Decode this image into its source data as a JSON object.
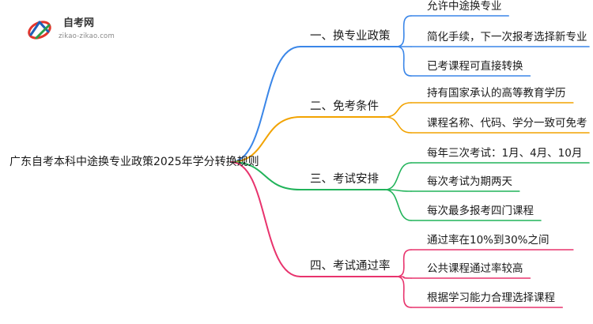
{
  "logo": {
    "name": "自考网",
    "url": "zikao-zikao.com"
  },
  "root": "广东自考本科中途换专业政策2025年学分转换规则",
  "branches": [
    {
      "label": "一、换专业政策",
      "color": "#3a86e8",
      "leaves": [
        "允许中途换专业",
        "简化手续，下一次报考选择新专业",
        "已考课程可直接转换"
      ]
    },
    {
      "label": "二、免考条件",
      "color": "#f2a300",
      "leaves": [
        "持有国家承认的高等教育学历",
        "课程名称、代码、学分一致可免考"
      ]
    },
    {
      "label": "三、考试安排",
      "color": "#21b35a",
      "leaves": [
        "每年三次考试：1月、4月、10月",
        "每次考试为期两天",
        "每次最多报考四门课程"
      ]
    },
    {
      "label": "四、考试通过率",
      "color": "#e8336d",
      "leaves": [
        "通过率在10%到30%之间",
        "公共课程通过率较高",
        "根据学习能力合理选择课程"
      ]
    }
  ]
}
